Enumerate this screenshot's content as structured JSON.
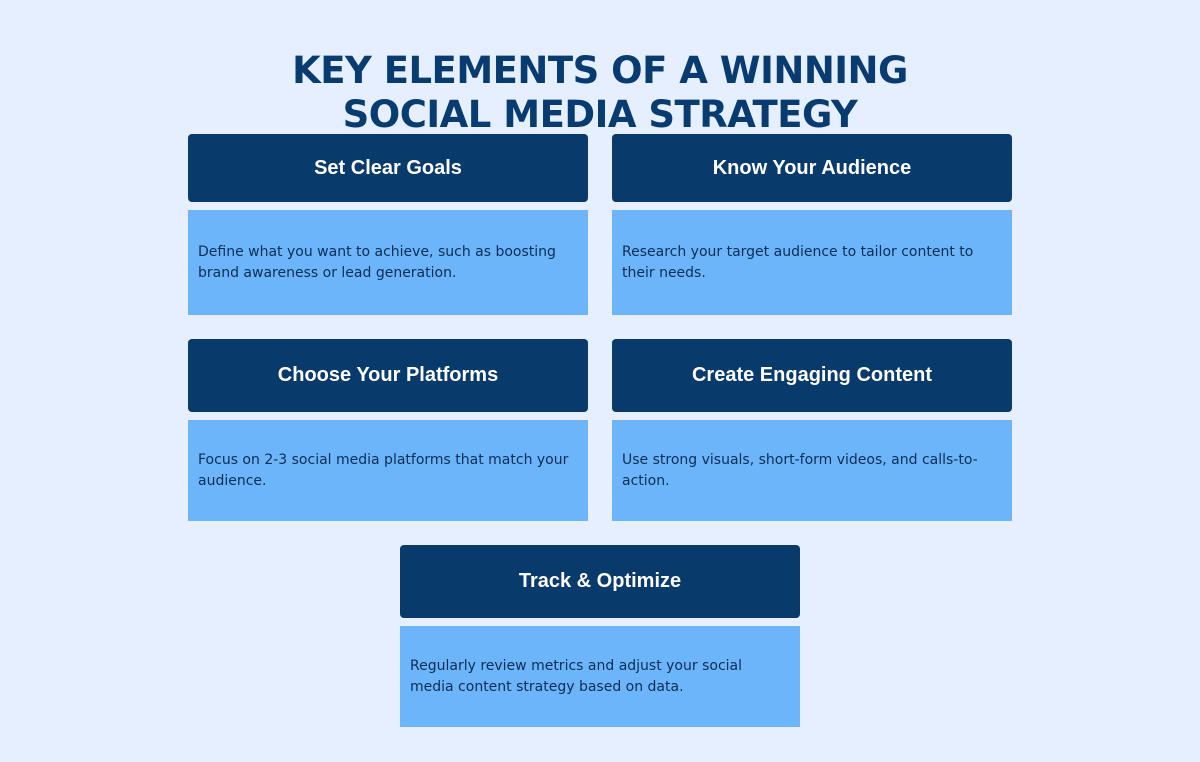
{
  "title": {
    "line1": "KEY ELEMENTS OF A WINNING",
    "line2": "SOCIAL MEDIA STRATEGY"
  },
  "cards": [
    {
      "heading": "Set Clear Goals",
      "description": "Define what you want to achieve, such as boosting brand awareness or lead generation."
    },
    {
      "heading": "Know Your Audience",
      "description": "Research your target audience to tailor content to their needs."
    },
    {
      "heading": "Choose Your Platforms",
      "description": "Focus on 2-3 social media platforms that match your audience."
    },
    {
      "heading": "Create Engaging Content",
      "description": "Use strong visuals, short-form videos, and calls-to-action."
    },
    {
      "heading": "Track & Optimize",
      "description": "Regularly review metrics and adjust your social media content strategy based on data."
    }
  ],
  "colors": {
    "background": "#e5efff",
    "title": "#083c70",
    "header": "#083a6c",
    "body": "#6cb5fb",
    "body_text": "#0c2d55"
  }
}
